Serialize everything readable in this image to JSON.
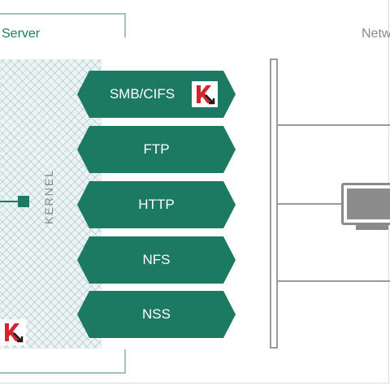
{
  "server": {
    "label": "Server",
    "kernel_label": "KERNEL"
  },
  "network": {
    "label": "Netw"
  },
  "protocols": [
    {
      "label": "SMB/CIFS",
      "has_logo": true
    },
    {
      "label": "FTP",
      "has_logo": false
    },
    {
      "label": "HTTP",
      "has_logo": false
    },
    {
      "label": "NFS",
      "has_logo": false
    },
    {
      "label": "NSS",
      "has_logo": false
    }
  ],
  "icons": {
    "logo": "kaspersky-k-icon",
    "monitor": "computer-monitor-icon"
  },
  "colors": {
    "arrow_green": "#1c7a63",
    "bracket": "#9fc3b8",
    "network_gray": "#9a9a9a",
    "logo_red": "#d0262c"
  }
}
